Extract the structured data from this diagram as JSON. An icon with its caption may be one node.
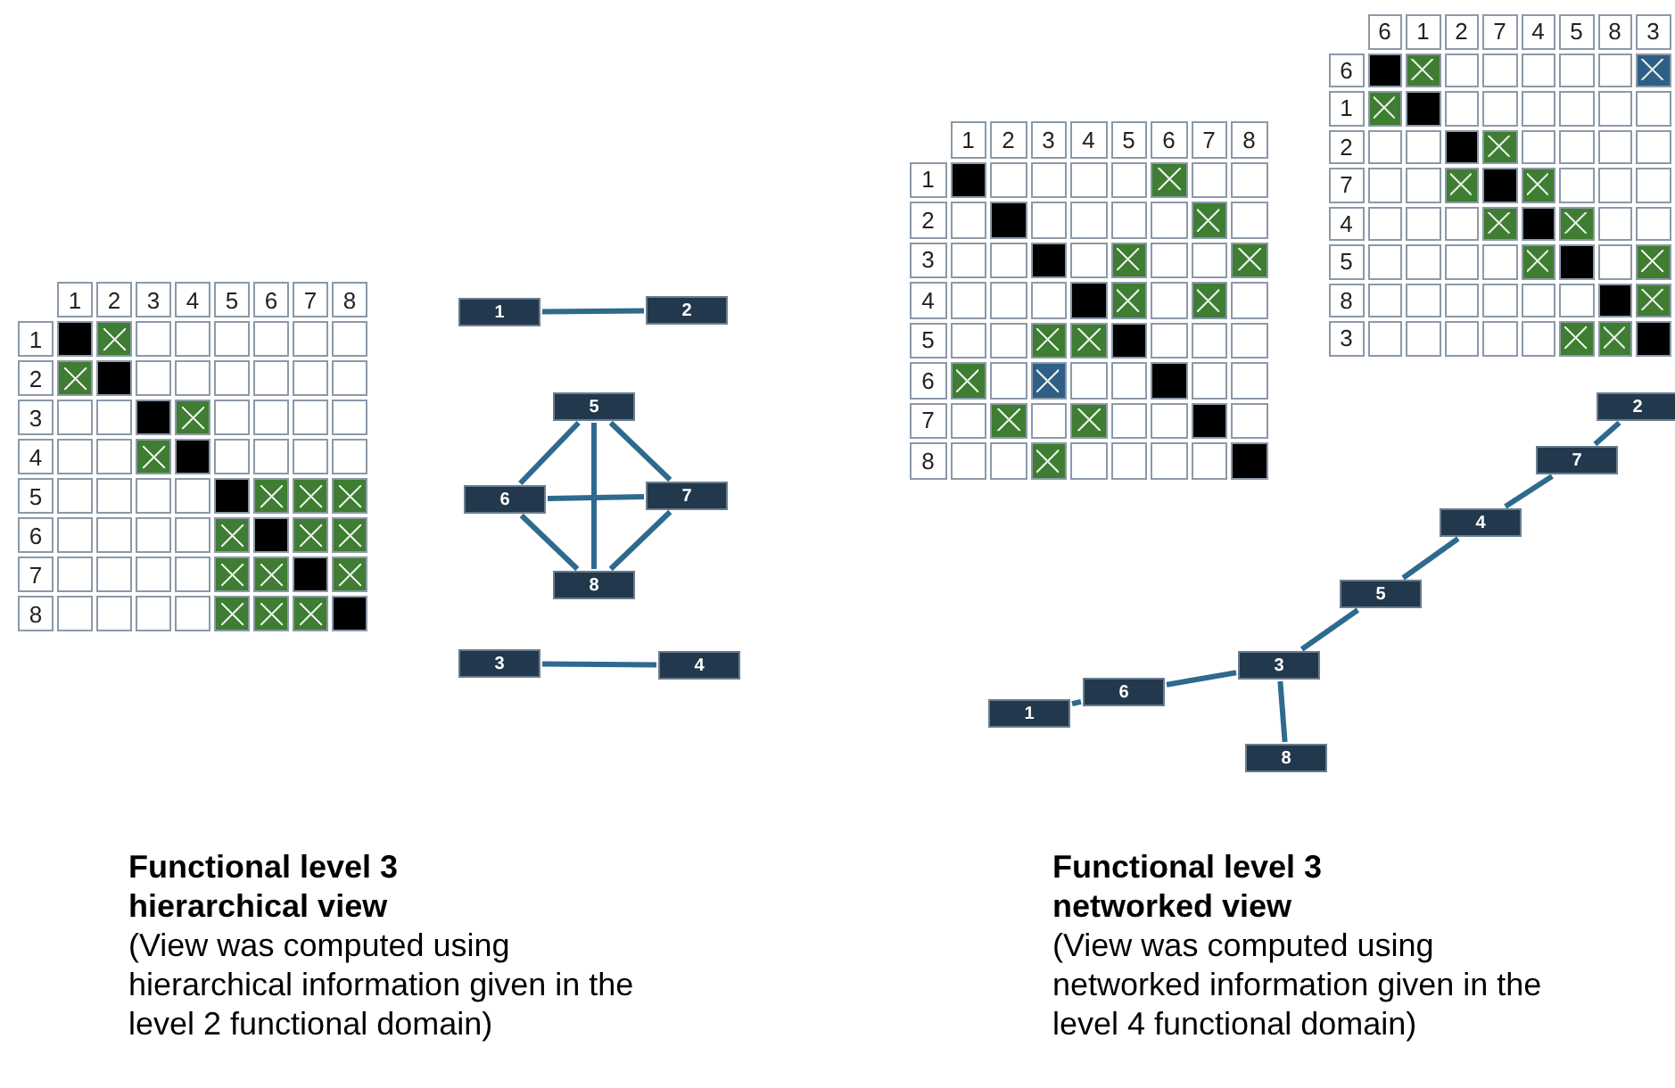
{
  "diagram": {
    "nodes": [
      {
        "text": [
          "1"
        ]
      },
      {
        "text": [
          "2"
        ]
      },
      {
        "text": [
          "5"
        ]
      },
      {
        "text": [
          "6"
        ]
      },
      {
        "text": [
          "7"
        ]
      },
      {
        "text": [
          "8"
        ]
      },
      {
        "text": [
          "3"
        ]
      },
      {
        "text": [
          "4"
        ]
      },
      {
        "text": [
          "2"
        ]
      },
      {
        "text": [
          "7"
        ]
      },
      {
        "text": [
          "4"
        ]
      },
      {
        "text": [
          "5"
        ]
      },
      {
        "text": [
          "3"
        ]
      },
      {
        "text": [
          "6"
        ]
      },
      {
        "text": [
          "1"
        ]
      },
      {
        "text": [
          "8"
        ]
      }
    ],
    "edges": [
      {
        "from": 0,
        "to": 1,
        "arrow": "none"
      },
      {
        "from": 2,
        "to": 3,
        "arrow": "none"
      },
      {
        "from": 2,
        "to": 4,
        "arrow": "none"
      },
      {
        "from": 2,
        "to": 5,
        "arrow": "none"
      },
      {
        "from": 3,
        "to": 4,
        "arrow": "none"
      },
      {
        "from": 3,
        "to": 5,
        "arrow": "none"
      },
      {
        "from": 4,
        "to": 5,
        "arrow": "none"
      },
      {
        "from": 6,
        "to": 7,
        "arrow": "none"
      },
      {
        "from": 8,
        "to": 9,
        "arrow": "none"
      },
      {
        "from": 9,
        "to": 10,
        "arrow": "none"
      },
      {
        "from": 10,
        "to": 11,
        "arrow": "none"
      },
      {
        "from": 11,
        "to": 12,
        "arrow": "none"
      },
      {
        "from": 12,
        "to": 13,
        "arrow": "none"
      },
      {
        "from": 13,
        "to": 14,
        "arrow": "none"
      },
      {
        "from": 12,
        "to": 15,
        "arrow": "none"
      }
    ],
    "labels": [
      "1",
      "2",
      "3",
      "4",
      "5",
      "6",
      "7",
      "8",
      "1",
      "2",
      "3",
      "4",
      "5",
      "6",
      "7",
      "8",
      "1",
      "2",
      "3",
      "4",
      "5",
      "6",
      "7",
      "8",
      "1",
      "2",
      "3",
      "4",
      "5",
      "6",
      "7",
      "8",
      "6",
      "1",
      "2",
      "7",
      "4",
      "5",
      "8",
      "3",
      "6",
      "1",
      "2",
      "7",
      "4",
      "5",
      "8",
      "3",
      "Functional level 3 hierarchical view",
      "(View was computed using hierarchical information given in the level 2 functional domain)",
      "Functional level 3 networked view",
      "(View was computed using networked information given in the level 4 functional domain)"
    ]
  }
}
